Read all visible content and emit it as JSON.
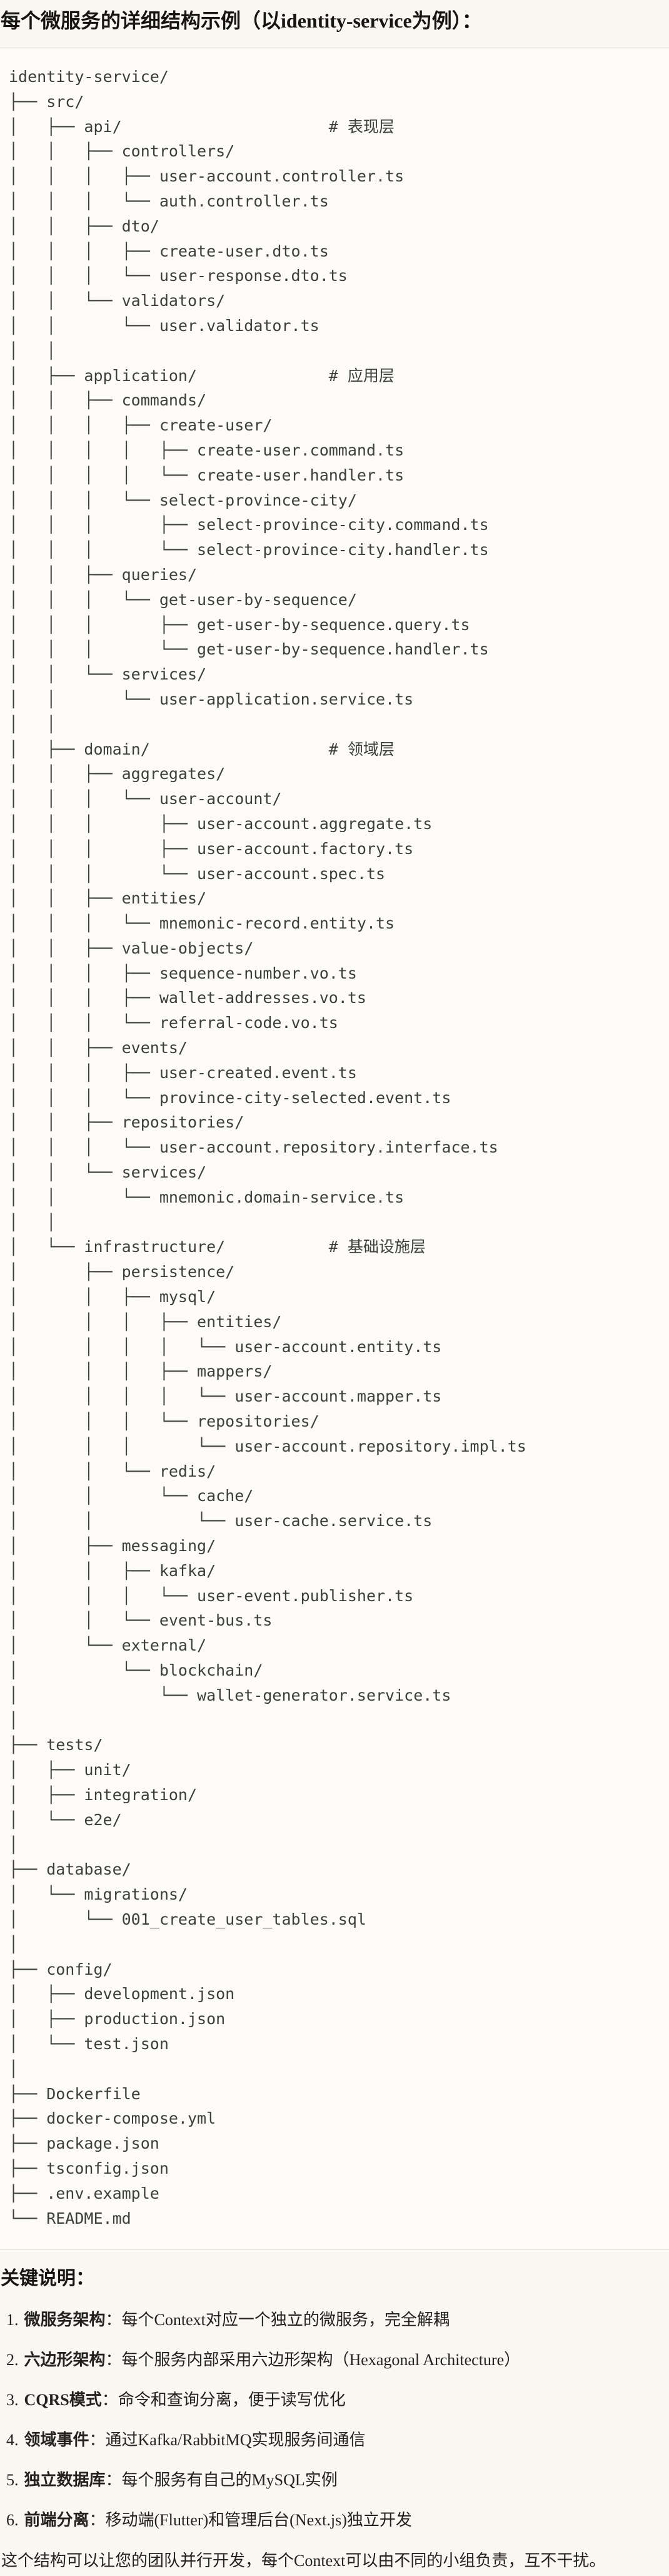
{
  "page": {
    "title": "每个微服务的详细结构示例（以identity-service为例）："
  },
  "tree": {
    "lines": [
      "identity-service/",
      "├── src/",
      "│   ├── api/                      # 表现层",
      "│   │   ├── controllers/",
      "│   │   │   ├── user-account.controller.ts",
      "│   │   │   └── auth.controller.ts",
      "│   │   ├── dto/",
      "│   │   │   ├── create-user.dto.ts",
      "│   │   │   └── user-response.dto.ts",
      "│   │   └── validators/",
      "│   │       └── user.validator.ts",
      "│   │",
      "│   ├── application/              # 应用层",
      "│   │   ├── commands/",
      "│   │   │   ├── create-user/",
      "│   │   │   │   ├── create-user.command.ts",
      "│   │   │   │   └── create-user.handler.ts",
      "│   │   │   └── select-province-city/",
      "│   │   │       ├── select-province-city.command.ts",
      "│   │   │       └── select-province-city.handler.ts",
      "│   │   ├── queries/",
      "│   │   │   └── get-user-by-sequence/",
      "│   │   │       ├── get-user-by-sequence.query.ts",
      "│   │   │       └── get-user-by-sequence.handler.ts",
      "│   │   └── services/",
      "│   │       └── user-application.service.ts",
      "│   │",
      "│   ├── domain/                   # 领域层",
      "│   │   ├── aggregates/",
      "│   │   │   └── user-account/",
      "│   │   │       ├── user-account.aggregate.ts",
      "│   │   │       ├── user-account.factory.ts",
      "│   │   │       └── user-account.spec.ts",
      "│   │   ├── entities/",
      "│   │   │   └── mnemonic-record.entity.ts",
      "│   │   ├── value-objects/",
      "│   │   │   ├── sequence-number.vo.ts",
      "│   │   │   ├── wallet-addresses.vo.ts",
      "│   │   │   └── referral-code.vo.ts",
      "│   │   ├── events/",
      "│   │   │   ├── user-created.event.ts",
      "│   │   │   └── province-city-selected.event.ts",
      "│   │   ├── repositories/",
      "│   │   │   └── user-account.repository.interface.ts",
      "│   │   └── services/",
      "│   │       └── mnemonic.domain-service.ts",
      "│   │",
      "│   └── infrastructure/           # 基础设施层",
      "│       ├── persistence/",
      "│       │   ├── mysql/",
      "│       │   │   ├── entities/",
      "│       │   │   │   └── user-account.entity.ts",
      "│       │   │   ├── mappers/",
      "│       │   │   │   └── user-account.mapper.ts",
      "│       │   │   └── repositories/",
      "│       │   │       └── user-account.repository.impl.ts",
      "│       │   └── redis/",
      "│       │       └── cache/",
      "│       │           └── user-cache.service.ts",
      "│       ├── messaging/",
      "│       │   ├── kafka/",
      "│       │   │   └── user-event.publisher.ts",
      "│       │   └── event-bus.ts",
      "│       └── external/",
      "│           └── blockchain/",
      "│               └── wallet-generator.service.ts",
      "│",
      "├── tests/",
      "│   ├── unit/",
      "│   ├── integration/",
      "│   └── e2e/",
      "│",
      "├── database/",
      "│   └── migrations/",
      "│       └── 001_create_user_tables.sql",
      "│",
      "├── config/",
      "│   ├── development.json",
      "│   ├── production.json",
      "│   └── test.json",
      "│",
      "├── Dockerfile",
      "├── docker-compose.yml",
      "├── package.json",
      "├── tsconfig.json",
      "├── .env.example",
      "└── README.md"
    ]
  },
  "notes": {
    "heading": "关键说明：",
    "items": [
      {
        "num": "1.",
        "term": "微服务架构",
        "desc": "：每个Context对应一个独立的微服务，完全解耦"
      },
      {
        "num": "2.",
        "term": "六边形架构",
        "desc": "：每个服务内部采用六边形架构（Hexagonal Architecture）"
      },
      {
        "num": "3.",
        "term": "CQRS模式",
        "desc": "：命令和查询分离，便于读写优化"
      },
      {
        "num": "4.",
        "term": "领域事件",
        "desc": "：通过Kafka/RabbitMQ实现服务间通信"
      },
      {
        "num": "5.",
        "term": "独立数据库",
        "desc": "：每个服务有自己的MySQL实例"
      },
      {
        "num": "6.",
        "term": "前端分离",
        "desc": "：移动端(Flutter)和管理后台(Next.js)独立开发"
      }
    ],
    "footer": "这个结构可以让您的团队并行开发，每个Context可以由不同的小组负责，互不干扰。"
  }
}
